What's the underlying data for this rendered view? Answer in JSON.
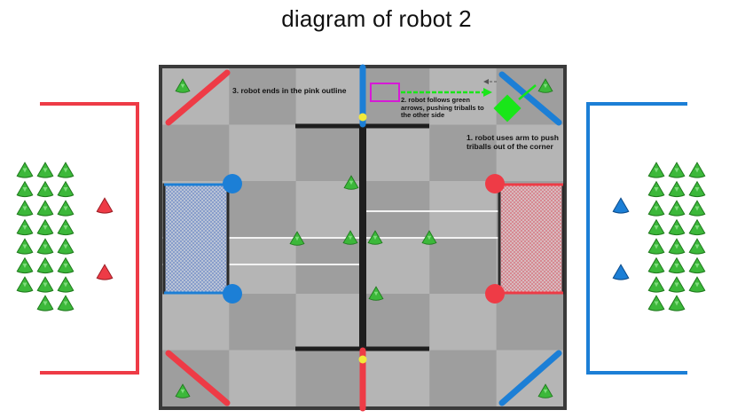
{
  "title": "diagram of robot 2",
  "annotations": {
    "step1": "1. robot uses arm to push triballs out of the corner",
    "step2": "2. robot follows green arrows, pushing triballs to the other side",
    "step3": "3. robot ends in the pink outline"
  },
  "colors": {
    "red_alliance": "#ee3b46",
    "blue_alliance": "#1c7fd6",
    "triball_green": "#3cb83a",
    "robot_green": "#19e619",
    "pink_outline": "#d61ad6",
    "field_tile_light": "#b5b5b5",
    "field_tile_dark": "#9e9e9e"
  },
  "icons": {
    "triball": "triball-icon",
    "robot": "robot-icon",
    "arrow": "arrow-icon"
  }
}
